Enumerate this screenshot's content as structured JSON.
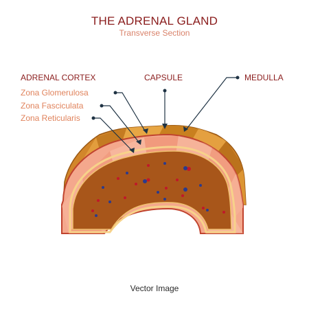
{
  "title": "THE ADRENAL GLAND",
  "subtitle": "Transverse Section",
  "labels": {
    "cortex": "ADRENAL CORTEX",
    "capsule": "CAPSULE",
    "medulla": "MEDULLA",
    "zona_glomerulosa": "Zona Glomerulosa",
    "zona_fasciculata": "Zona Fasciculata",
    "zona_reticularis": "Zona Reticularis"
  },
  "footer": "Vector Image",
  "colors": {
    "title": "#8a1c1c",
    "zone_text": "#e0835c",
    "capsule": "#d2862a",
    "cortex": "#f4a88d",
    "medulla": "#a8561a",
    "leader_line": "#1f3344",
    "vessel_blue": "#2b3a8c",
    "vessel_red": "#c0182a"
  }
}
